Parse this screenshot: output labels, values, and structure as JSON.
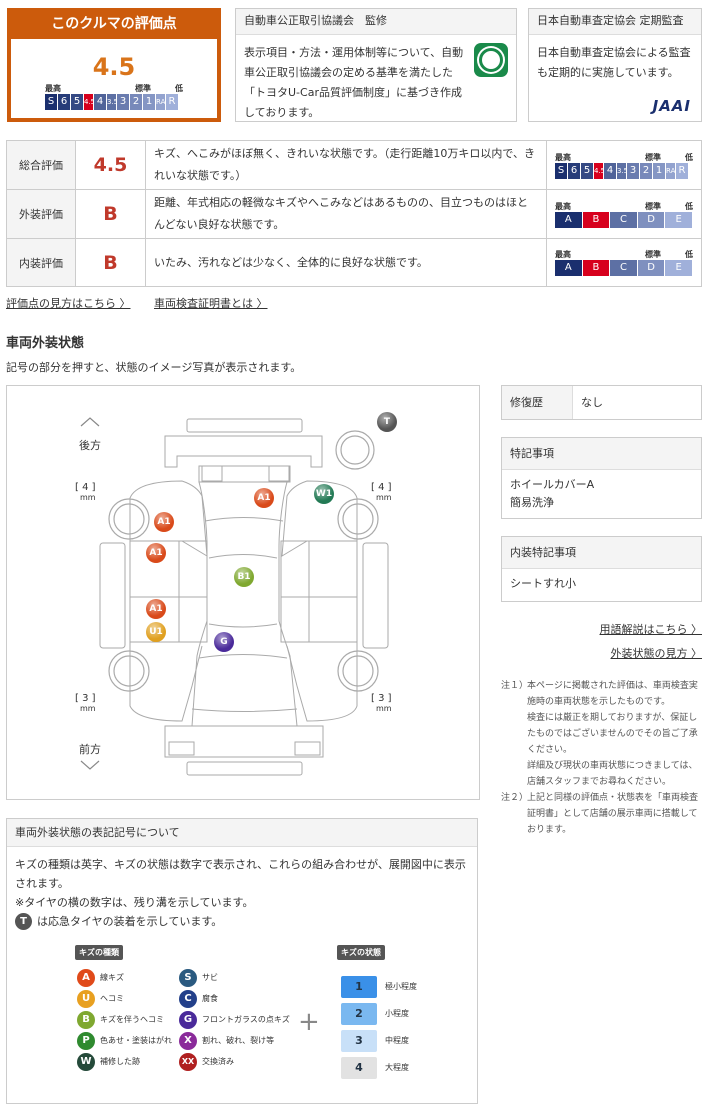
{
  "score_box": {
    "title": "このクルマの評価点",
    "score": "4.5",
    "scale_labels": [
      "最高",
      "標準",
      "低"
    ],
    "scale": [
      "S",
      "6",
      "5",
      "4.5",
      "4",
      "3.5",
      "3",
      "2",
      "1",
      "RA",
      "R"
    ],
    "selected": "4.5"
  },
  "jada": {
    "title": "自動車公正取引協議会　監修",
    "body": "表示項目・方法・運用体制等について、自動車公正取引協議会の定める基準を満たした「トヨタU-Car品質評価制度」に基づき作成しております。"
  },
  "jaai": {
    "title": "日本自動車査定協会 定期監査",
    "body": "日本自動車査定協会による監査も定期的に実施しています。",
    "logo": "JAAI"
  },
  "ratings": [
    {
      "label": "総合評価",
      "grade": "4.5",
      "text": "キズ、へこみがほぼ無く、きれいな状態です。（走行距離10万キロ以内で、きれいな状態です。）",
      "scale": [
        "S",
        "6",
        "5",
        "4.5",
        "4",
        "3.5",
        "3",
        "2",
        "1",
        "RA",
        "R"
      ],
      "selected": "4.5"
    },
    {
      "label": "外装評価",
      "grade": "B",
      "text": "距離、年式相応の軽微なキズやへこみなどはあるものの、目立つものはほとんどない良好な状態です。",
      "scale": [
        "A",
        "B",
        "C",
        "D",
        "E"
      ],
      "selected": "B"
    },
    {
      "label": "内装評価",
      "grade": "B",
      "text": "いたみ、汚れなどは少なく、全体的に良好な状態です。",
      "scale": [
        "A",
        "B",
        "C",
        "D",
        "E"
      ],
      "selected": "B"
    }
  ],
  "scale_labels": [
    "最高",
    "標準",
    "低"
  ],
  "links": {
    "guide": "評価点の見方はこちら",
    "certificate": "車両検査証明書とは",
    "terms": "用語解説はこちら",
    "exterior_guide": "外装状態の見方"
  },
  "exterior": {
    "heading": "車両外装状態",
    "subtitle": "記号の部分を押すと、状態のイメージ写真が表示されます。",
    "rear": "後方",
    "front": "前方",
    "tire_rl": "[ 4 ]",
    "tire_rr": "[ 4 ]",
    "tire_fl": "[ 3 ]",
    "tire_fr": "[ 3 ]",
    "unit": "mm",
    "markers": [
      {
        "code": "T",
        "color": "#555555"
      },
      {
        "code": "A1",
        "color": "#d94a1a"
      },
      {
        "code": "W1",
        "color": "#237a55"
      },
      {
        "code": "A1",
        "color": "#d94a1a"
      },
      {
        "code": "A1",
        "color": "#d94a1a"
      },
      {
        "code": "B1",
        "color": "#7fa830"
      },
      {
        "code": "A1",
        "color": "#d94a1a"
      },
      {
        "code": "U1",
        "color": "#e0a020"
      },
      {
        "code": "G",
        "color": "#4a2a9a"
      }
    ]
  },
  "side": {
    "repair_label": "修復歴",
    "repair_value": "なし",
    "special_title": "特記事項",
    "special_items": [
      "ホイールカバーA",
      "簡易洗浄"
    ],
    "interior_title": "内装特記事項",
    "interior_items": [
      "シートすれ小"
    ]
  },
  "notes": {
    "n1_label": "注１）",
    "n1": [
      "本ページに掲載された評価は、車両検査実施時の車両状態を示したものです。",
      "検査には厳正を期しておりますが、保証したものではございませんのでその旨ご了承ください。",
      "詳細及び現状の車両状態につきましては、店舗スタッフまでお尋ねください。"
    ],
    "n2_label": "注２）",
    "n2": "上記と同様の評価点・状態表を「車両検査証明書」として店舗の展示車両に搭載しております。"
  },
  "legend": {
    "title": "車両外装状態の表記記号について",
    "line1": "キズの種類は英字、キズの状態は数字で表示され、これらの組み合わせが、展開図中に表示されます。",
    "line2": "※タイヤの横の数字は、残り溝を示しています。",
    "line3": "は応急タイヤの装着を示しています。",
    "t_icon": "T",
    "types_title": "キズの種類",
    "states_title": "キズの状態",
    "types": [
      {
        "code": "A",
        "label": "線キズ",
        "color": "#e04a1a"
      },
      {
        "code": "U",
        "label": "ヘコミ",
        "color": "#e8a020"
      },
      {
        "code": "B",
        "label": "キズを伴うヘコミ",
        "color": "#7fa830"
      },
      {
        "code": "P",
        "label": "色あせ・塗装はがれ",
        "color": "#2f8a2f"
      },
      {
        "code": "W",
        "label": "補修した跡",
        "color": "#254a3a"
      },
      {
        "code": "S",
        "label": "サビ",
        "color": "#2a5a80"
      },
      {
        "code": "C",
        "label": "腐食",
        "color": "#23408a"
      },
      {
        "code": "G",
        "label": "フロントガラスの点キズ",
        "color": "#4a2a9a"
      },
      {
        "code": "X",
        "label": "割れ、破れ、裂け等",
        "color": "#8a2a9a"
      },
      {
        "code": "XX",
        "label": "交換済み",
        "color": "#b02020"
      }
    ],
    "states": [
      {
        "code": "1",
        "label": "極小程度",
        "color": "#3a90e8"
      },
      {
        "code": "2",
        "label": "小程度",
        "color": "#7ab8f0"
      },
      {
        "code": "3",
        "label": "中程度",
        "color": "#c8e0f8"
      },
      {
        "code": "4",
        "label": "大程度",
        "color": "#e2e2e2"
      }
    ]
  }
}
